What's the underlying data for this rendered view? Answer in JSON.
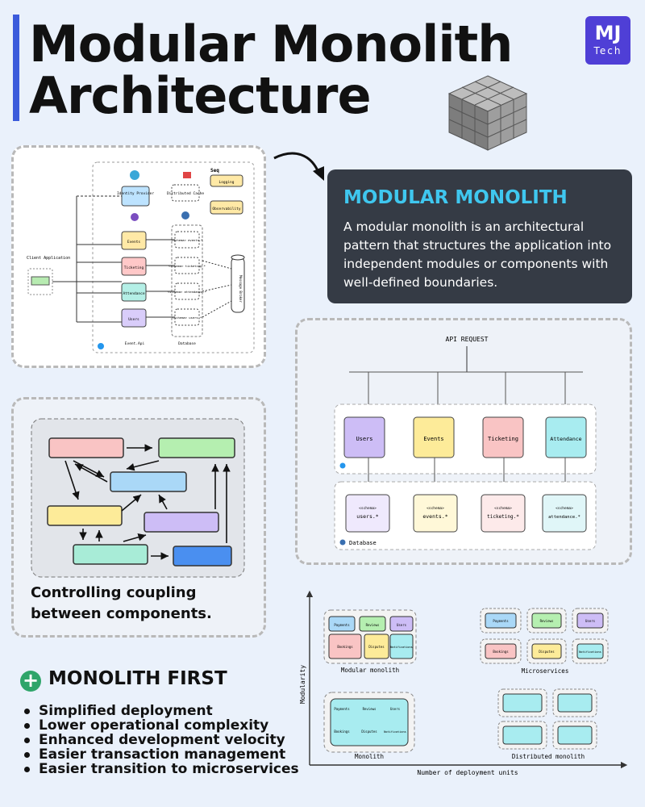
{
  "header": {
    "title_line1": "Modular Monolith",
    "title_line2": "Architecture",
    "logo_main": "MJ",
    "logo_sub": "Tech"
  },
  "definition": {
    "heading": "MODULAR MONOLITH",
    "text": "A modular monolith is an architectural pattern that structures the application into independent modules or components with well-defined boundaries."
  },
  "arch_diagram": {
    "client": "Client Application",
    "identity": "Identity Provider",
    "cache": "Distributed Cache",
    "seq": "Seq",
    "logging": "Logging",
    "observability": "Observability",
    "modules": [
      "Events",
      "Ticketing",
      "Attendance",
      "Users"
    ],
    "schemas": [
      "<schema> events.*",
      "<schema> ticketing.*",
      "<schema> attendance.*",
      "<schema> users.*"
    ],
    "broker": "Message Broker",
    "api_label": "Event.Api",
    "db_label": "Database"
  },
  "coupling": {
    "caption": "Controlling coupling between components."
  },
  "modular_diagram": {
    "api_request": "API REQUEST",
    "modules": [
      "Users",
      "Events",
      "Ticketing",
      "Attendance"
    ],
    "schemas": [
      "users.*",
      "events.*",
      "ticketing.*",
      "attendance.*"
    ],
    "schema_tag": "<schema>",
    "database_label": "Database"
  },
  "quadrant": {
    "y_label": "Modularity",
    "x_label": "Number of deployment units",
    "modular_monolith": "Modular monolith",
    "microservices": "Microservices",
    "monolith": "Monolith",
    "distributed_monolith": "Distributed monolith",
    "services": [
      "Payments",
      "Reviews",
      "Users",
      "Bookings",
      "Disputes",
      "Notifications"
    ]
  },
  "monolith_first": {
    "title": "MONOLITH FIRST",
    "items": [
      "Simplified deployment",
      "Lower operational complexity",
      "Enhanced development velocity",
      "Easier transaction management",
      "Easier transition to microservices"
    ]
  },
  "colors": {
    "accent": "#3b5bdb",
    "definition_heading": "#3fc7ef",
    "card_bg": "#353b45",
    "green_plus": "#2fa56a"
  }
}
